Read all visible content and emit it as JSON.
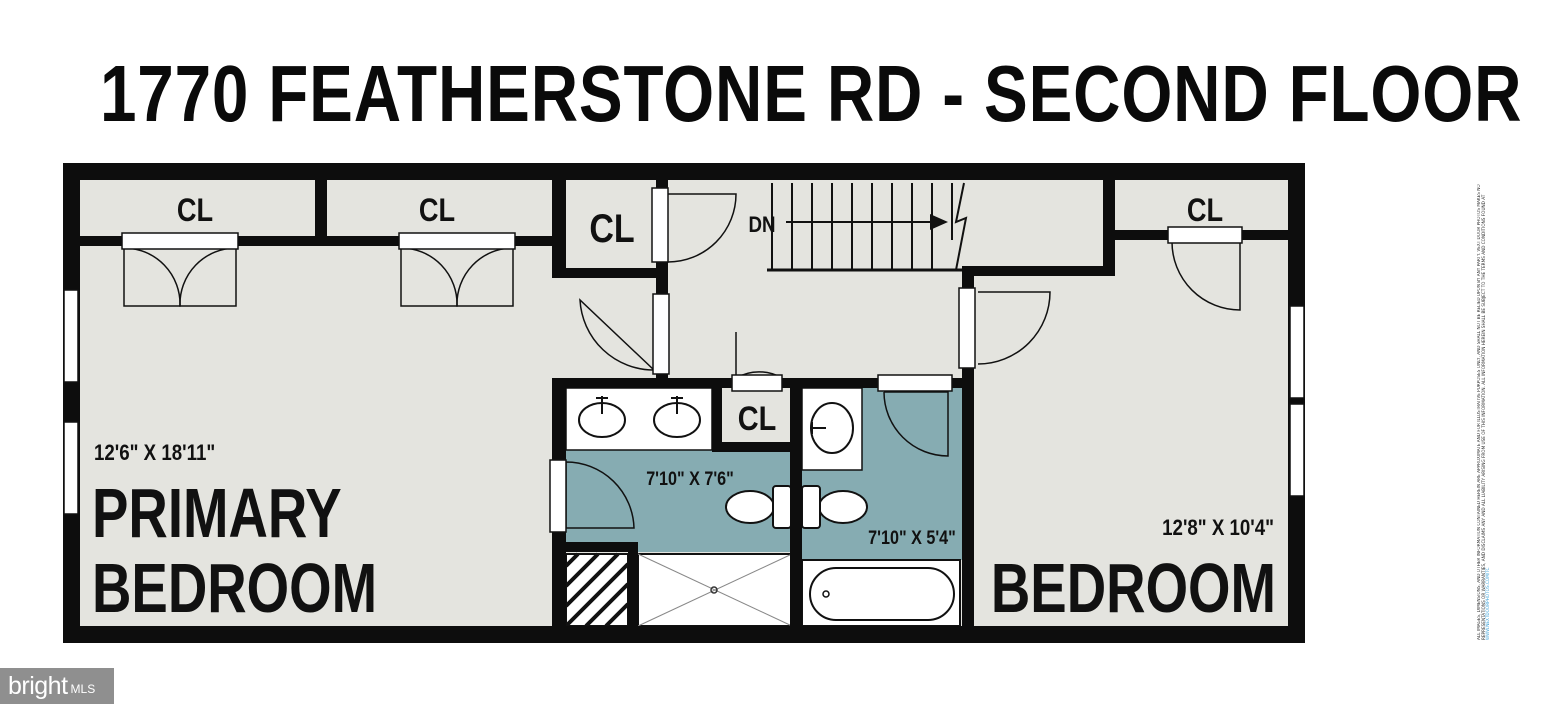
{
  "title": "1770 FEATHERSTONE RD - SECOND FLOOR",
  "rooms": {
    "primary_bedroom": {
      "name_line1": "PRIMARY",
      "name_line2": "BEDROOM",
      "dimensions": "12'6\" X 18'11\""
    },
    "bedroom": {
      "name": "BEDROOM",
      "dimensions": "12'8\" X 10'4\""
    },
    "bath_primary": {
      "dimensions": "7'10\" X 7'6\""
    },
    "bath_hall": {
      "dimensions": "7'10\" X 5'4\""
    }
  },
  "closets": {
    "label": "CL"
  },
  "stairs": {
    "label": "DN"
  },
  "colors": {
    "wall": "#0d0d0d",
    "floor": "#e4e4df",
    "bath_floor": "#86acb2",
    "fixture": "#ffffff"
  },
  "disclaimer": {
    "text": "ALL IMAGES, DIMENSIONS, AND OTHER INFORMATION CONTAINED HEREIN ARE APPROXIMATE AND FOR ILLUSTRATIVE PURPOSES ONLY, AND SHALL NOT BE RELIED UPON BY ANY PARTY. VEXT DOOR PHOTOS MAKES NO REPRESENTATIONS OR WARRANTIES, AND DISCLAIMS ANY AND ALL LIABILITY ARISING FROM USE OF THIS INFORMATION. ALL INFORMATION HEREIN SHALL BE SUBJECT TO THE TERMS AND CONDITIONS FOUND AT",
    "link": "WWW.NEXTDOORPHOTOS.COM/TC"
  },
  "badge": {
    "brand": "bright",
    "suffix": "MLS"
  }
}
